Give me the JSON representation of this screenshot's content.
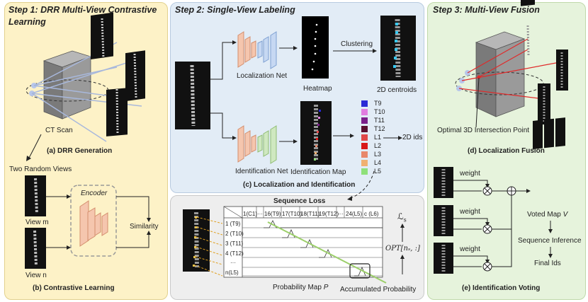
{
  "step1": {
    "title": "Step 1: DRR Multi-View Contrastive Learning",
    "ct_scan": "CT Scan",
    "cap_a": "(a) DRR Generation",
    "two_views": "Two Random Views",
    "encoder": "Encoder",
    "view_m": "View m",
    "view_n": "View n",
    "similarity": "Similarity",
    "cap_b": "(b) Contrastive Learning"
  },
  "step2": {
    "title": "Step 2: Single-View Labeling",
    "localization_net": "Localization Net",
    "heatmap": "Heatmap",
    "clustering": "Clustering",
    "centroids": "2D centroids",
    "identification_net": "Identification Net",
    "identification_map": "Identification Map",
    "ids": "2D ids",
    "cap_c": "(c) Localization and Identification",
    "legend": [
      {
        "label": "T9",
        "color": "#2a2ad6"
      },
      {
        "label": "T10",
        "color": "#e07de0"
      },
      {
        "label": "T11",
        "color": "#7a1f8a"
      },
      {
        "label": "T12",
        "color": "#5a1030"
      },
      {
        "label": "L1",
        "color": "#e04848"
      },
      {
        "label": "L2",
        "color": "#d81818"
      },
      {
        "label": "L3",
        "color": "#e8876a"
      },
      {
        "label": "L4",
        "color": "#f0b070"
      },
      {
        "label": "L5",
        "color": "#8ee07a"
      }
    ]
  },
  "sequence": {
    "loss": "Sequence Loss",
    "cols": [
      "1(C1)",
      "···",
      "16(T9)",
      "17(T10)",
      "18(T11)",
      "19(T12)",
      "···",
      "24(L5)",
      "c (L6)"
    ],
    "rows": [
      "1 (T9)",
      "2 (T10)",
      "3 (T11)",
      "4 (T12)",
      "···",
      "n(L5)"
    ],
    "prob_map": "Probability Map ",
    "prob_map_var": "P",
    "accumulated": "Accumulated Probability",
    "loss_symbol": "ℒ",
    "loss_sub": "s",
    "opt": "OPT[nₛ, :]"
  },
  "step3": {
    "title": "Step 3: Multi-View Fusion",
    "intersection": "Optimal 3D Intersection Point",
    "cap_d": "(d) Localization Fusion",
    "weight": "weight",
    "voted_map": "Voted Map ",
    "voted_var": "V",
    "seq_inference": "Sequence Inference",
    "final_ids": "Final Ids",
    "cap_e": "(e) Identification Voting"
  }
}
